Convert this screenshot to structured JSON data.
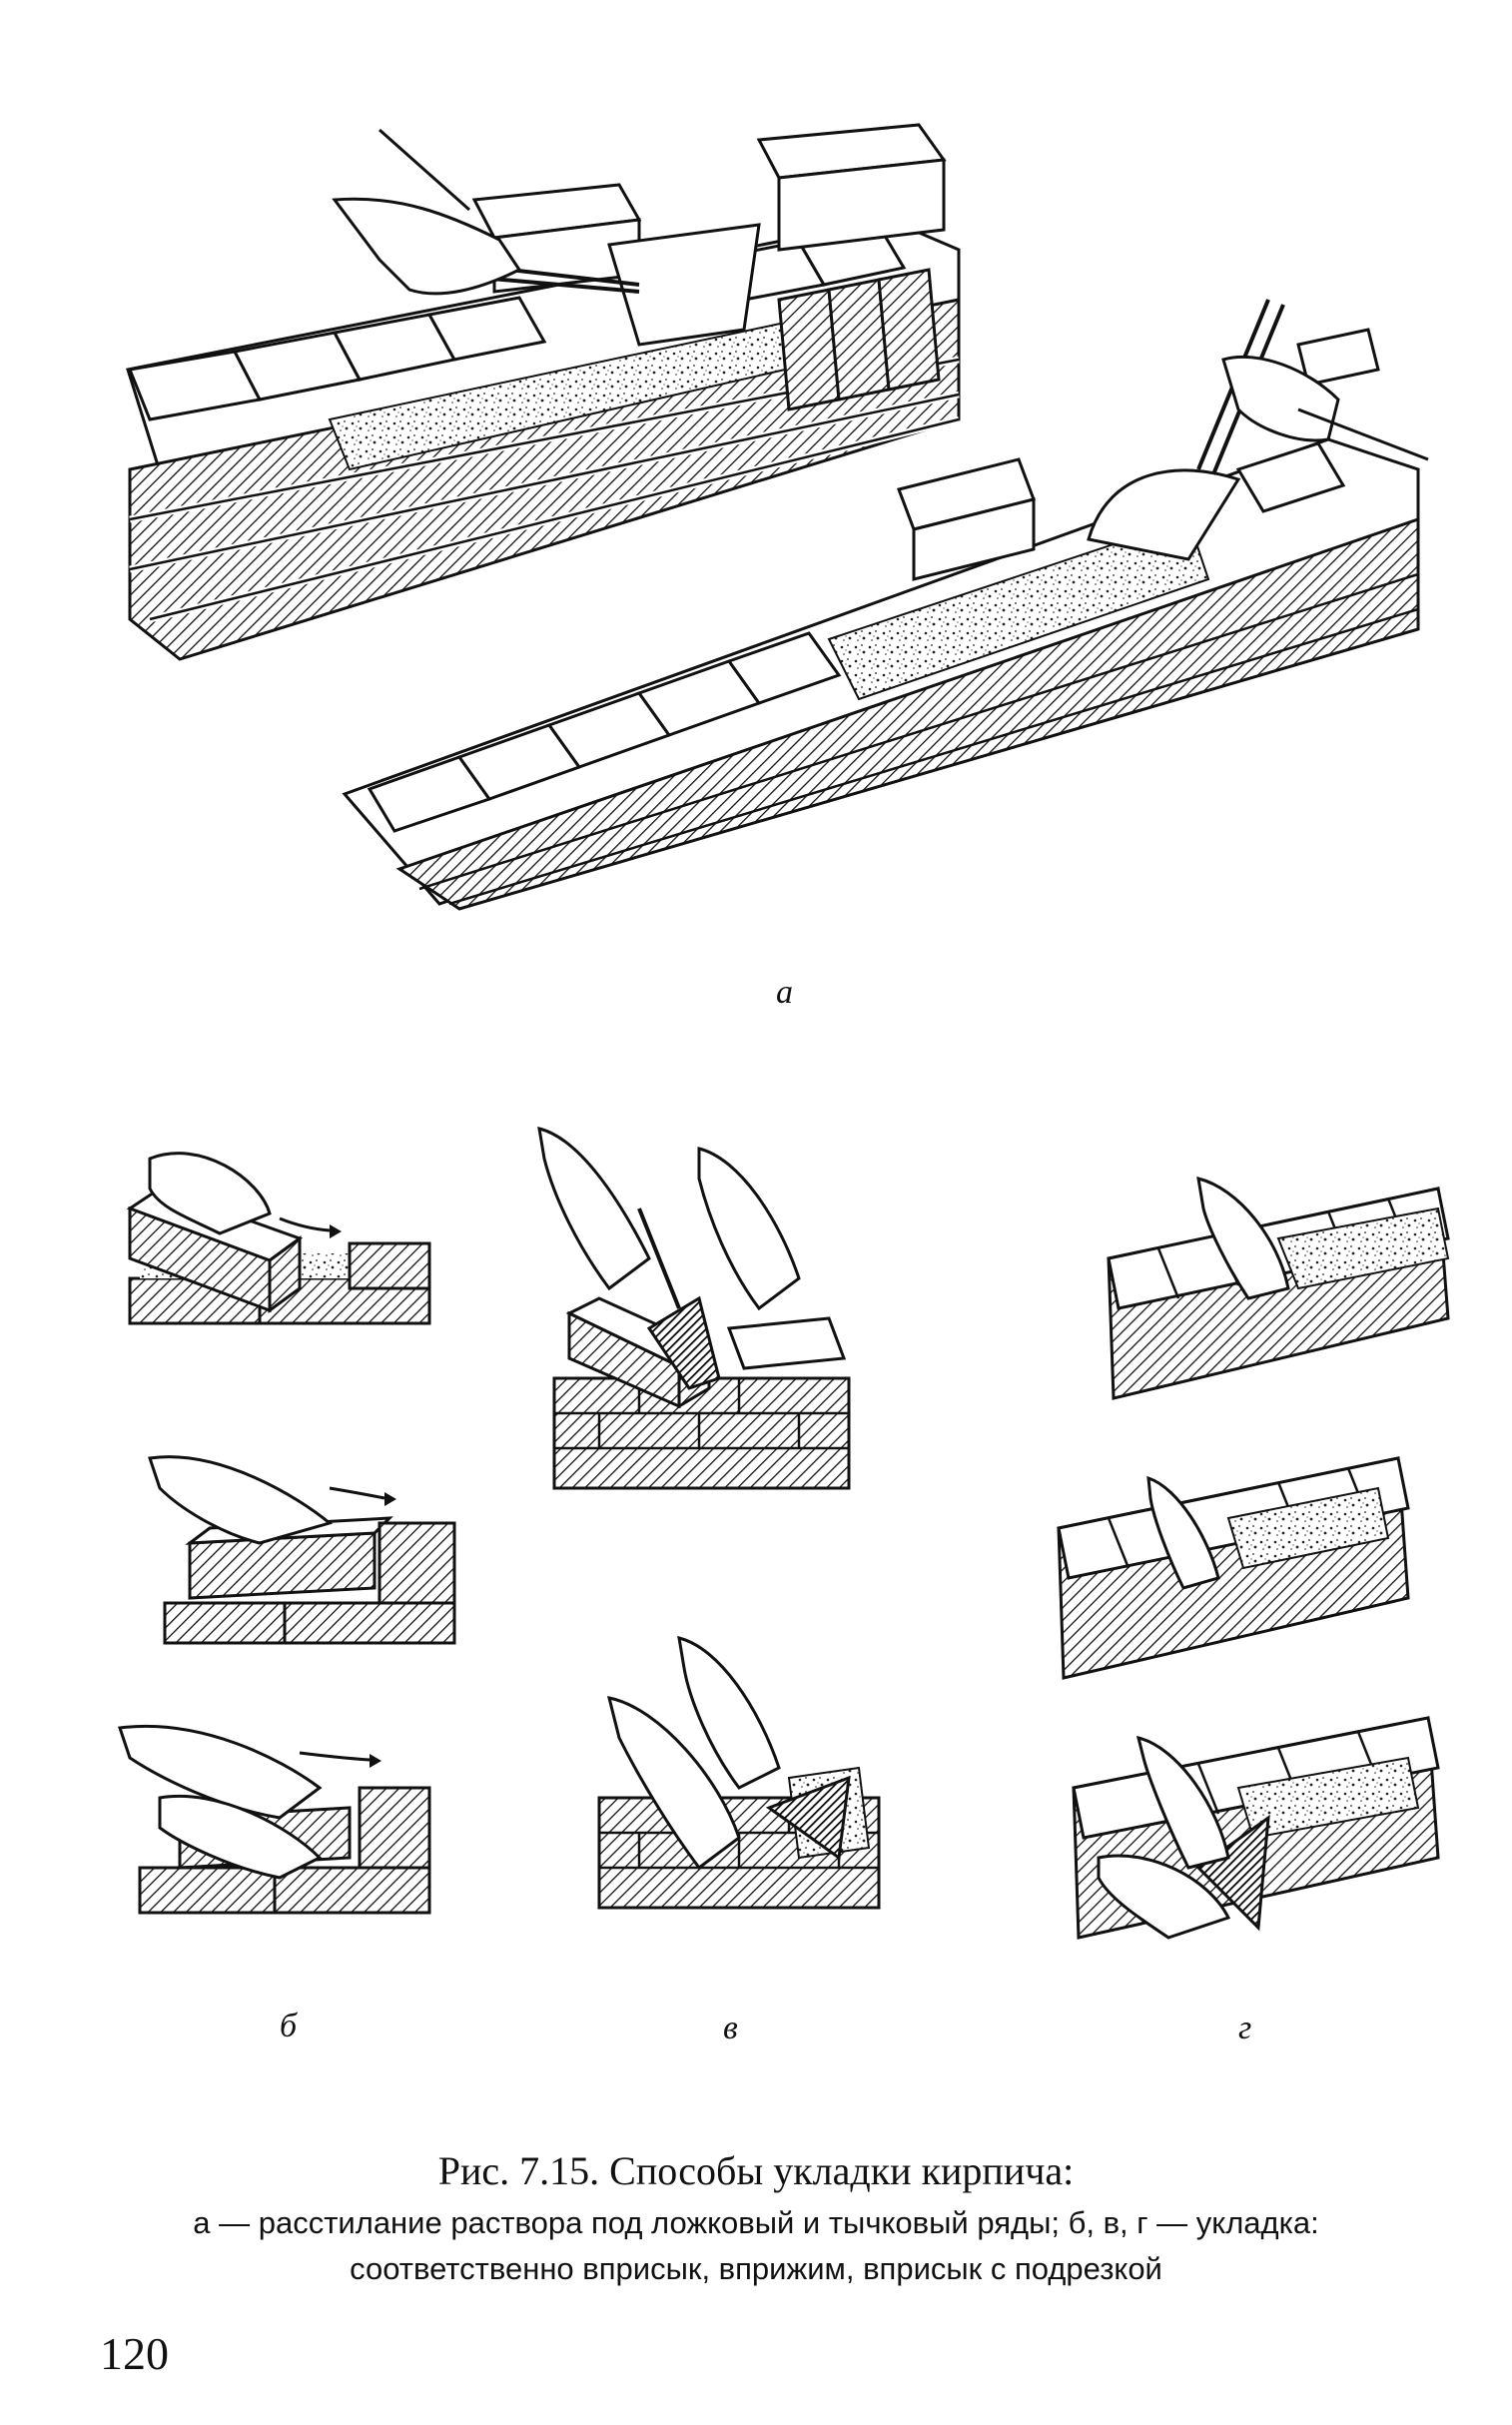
{
  "figure_labels": {
    "a": "а",
    "b": "б",
    "v": "в",
    "g": "г"
  },
  "caption": {
    "title": "Рис. 7.15. Способы укладки кирпича:",
    "line2": "а — расстилание раствора под ложковый и тычковый ряды; б, в, г — укладка:",
    "line3": "соответственно вприсык, вприжим, вприсык с подрезкой"
  },
  "page_number": "120"
}
